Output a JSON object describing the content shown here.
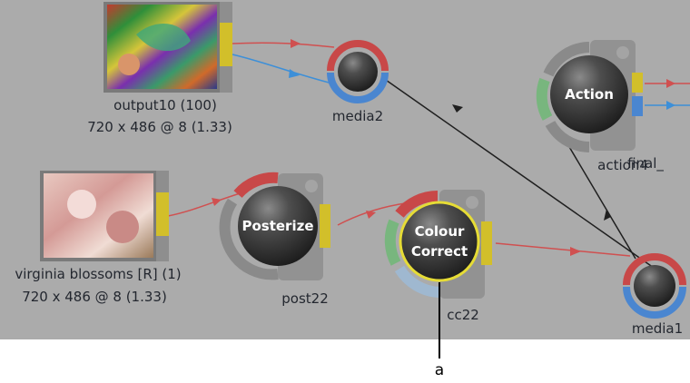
{
  "colors": {
    "canvas": "#ababab",
    "link_red": "#d05050",
    "link_blue": "#3d8fd8",
    "link_black": "#1f1f1f",
    "ring_red": "#c84848",
    "ring_blue": "#4a86d0",
    "ring_green": "#78b67e",
    "ring_yellow": "#d2bf2a",
    "ring_lightblue": "#9fb8d0",
    "ring_gray": "#8a8a8a",
    "selection": "#e6dc36"
  },
  "clips": [
    {
      "id": "output10",
      "name": "output10 (100)",
      "resolution": "720 x 486 @ 8 (1.33)"
    },
    {
      "id": "virginia",
      "name": "virginia blossoms [R] (1)",
      "resolution": "720 x 486 @ 8 (1.33)"
    }
  ],
  "nodes": {
    "media2": {
      "label": "media2"
    },
    "action": {
      "title": "Action",
      "label": "action4",
      "overlap_label": "final_"
    },
    "posterize": {
      "title": "Posterize",
      "label": "post22"
    },
    "colour_correct": {
      "title_line1": "Colour",
      "title_line2": "Correct",
      "label": "cc22",
      "selected": true
    },
    "media1": {
      "label": "media1"
    }
  },
  "callout": {
    "text": "a"
  }
}
